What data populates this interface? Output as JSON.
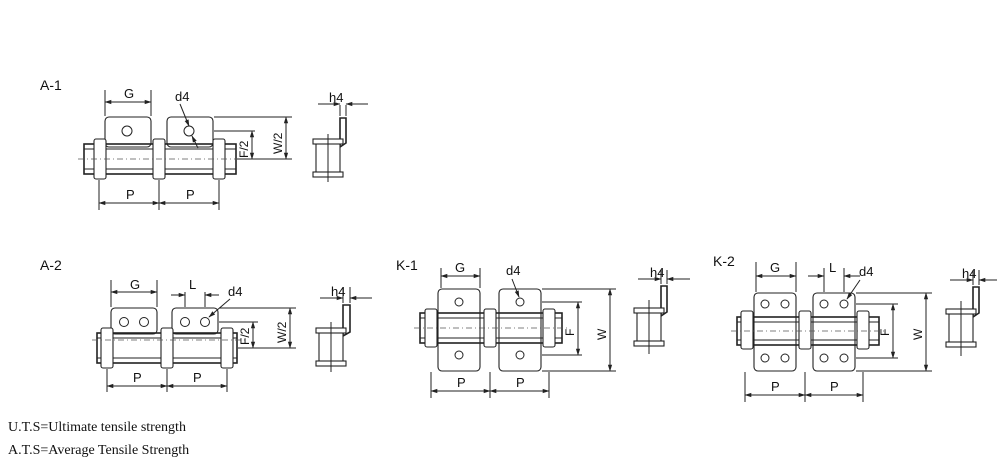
{
  "diagrams": {
    "a1": {
      "title": "A-1",
      "g": "G",
      "d": "d4",
      "p1": "P",
      "p2": "P",
      "f2": "F/2",
      "w2": "W/2",
      "h": "h4"
    },
    "a2": {
      "title": "A-2",
      "g": "G",
      "l": "L",
      "d": "d4",
      "p1": "P",
      "p2": "P",
      "f2": "F/2",
      "w2": "W/2",
      "h": "h4"
    },
    "k1": {
      "title": "K-1",
      "g": "G",
      "d": "d4",
      "p1": "P",
      "p2": "P",
      "f": "F",
      "w": "W",
      "h": "h4"
    },
    "k2": {
      "title": "K-2",
      "g": "G",
      "l": "L",
      "d": "d4",
      "p1": "P",
      "p2": "P",
      "f": "F",
      "w": "W",
      "h": "h4"
    }
  },
  "legend": {
    "uts": "U.T.S=Ultimate tensile strength",
    "ats": "A.T.S=Average Tensile Strength"
  }
}
